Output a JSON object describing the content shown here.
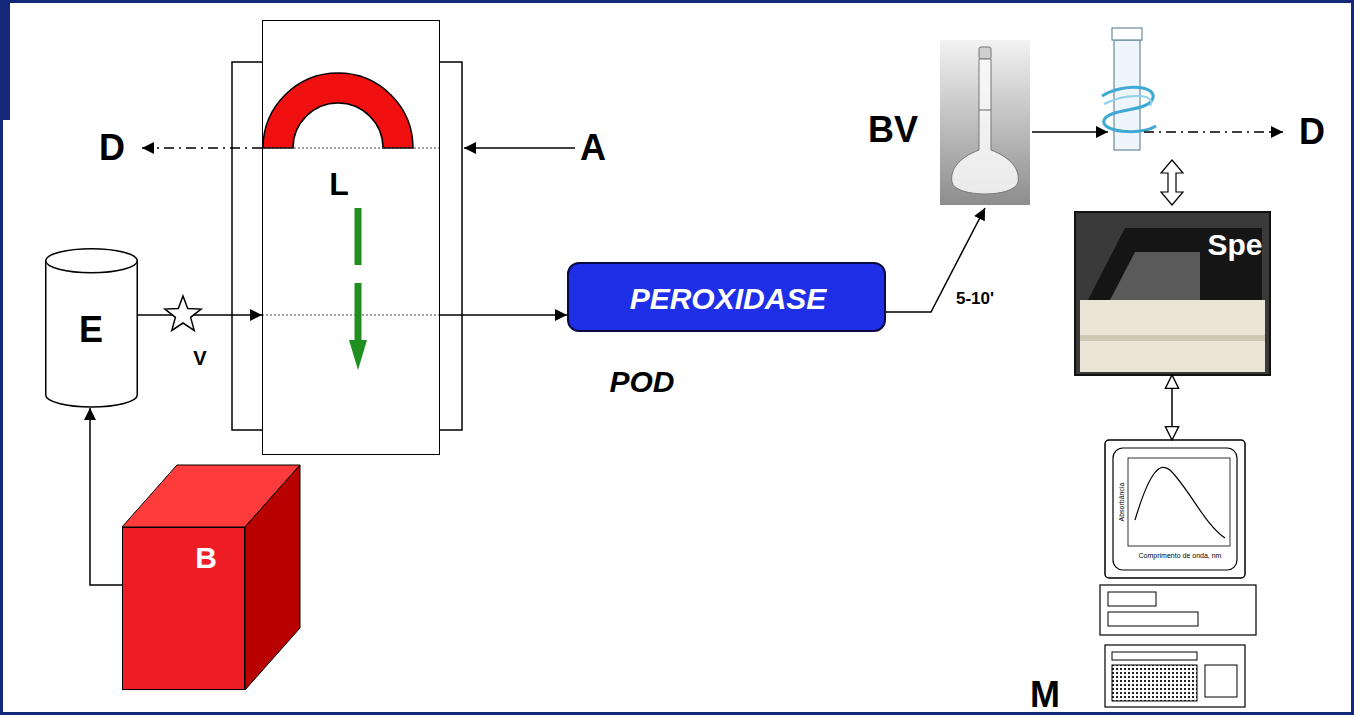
{
  "diagram": {
    "nodes": [
      {
        "text": [
          "L"
        ]
      },
      {
        "text": [
          "E"
        ]
      },
      {
        "text": [
          "B"
        ]
      },
      {
        "text": [
          "PEROXIDASE",
          "POD"
        ]
      },
      {
        "text": [
          "BV"
        ]
      },
      {
        "text": [
          "Spe"
        ]
      },
      {
        "text": [
          "M"
        ]
      }
    ],
    "edges": [
      {
        "from": 2,
        "to": 1,
        "arrow": "to"
      },
      {
        "from": 1,
        "to": 0,
        "arrow": "to"
      },
      {
        "from": 0,
        "to": 3,
        "arrow": "to"
      },
      {
        "from": 3,
        "to": 4,
        "arrow": "to",
        "label": "5-10'"
      },
      {
        "from": 5,
        "to": 6,
        "arrow": "both"
      }
    ],
    "labels": [
      "D",
      "A",
      "V",
      "D",
      "Absorbância",
      "Comprimento de onda, nm"
    ]
  }
}
